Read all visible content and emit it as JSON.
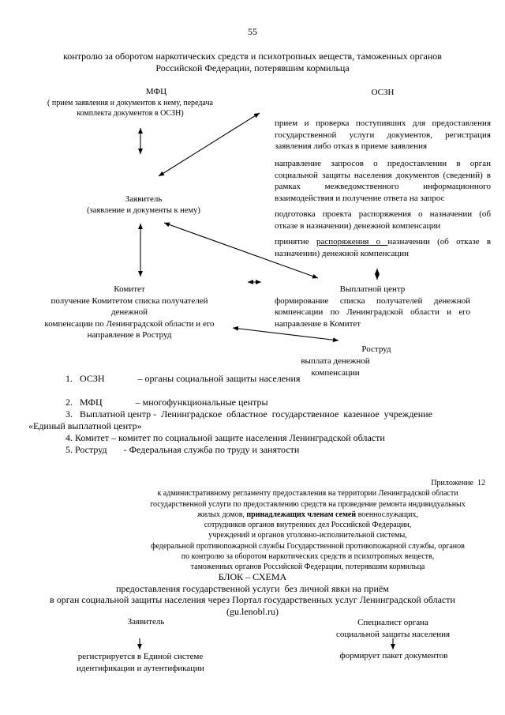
{
  "page_number": "55",
  "header": "контролю за оборотом наркотических средств и психотропных веществ, таможенных органов\nРоссийской Федерации, потерявшим кормильца",
  "flowchart": {
    "mfc_title": "МФЦ",
    "mfc_subtitle": "( прием заявления и документов к нему, передача\nкомплекта документов в ОСЗН)",
    "oszn_title": "ОСЗН",
    "applicant_title": "Заявитель",
    "applicant_subtitle": "(заявление и документы к нему)",
    "steps": [
      "прием и проверка поступивших для предоставления государственной услуги документов, регистрация заявления либо отказ в приеме заявления",
      "направление запросов о предоставлении в орган социальной защиты населения документов (сведений) в рамках межведомственного информационного взаимодействия и получение ответа на запрос",
      "подготовка проекта распоряжения о назначении (об отказе в назначении) денежной компенсации"
    ],
    "step4_prefix": "принятие ",
    "step4_underlined": "распоряжения о ",
    "step4_suffix": "назначении (об отказе в назначении) денежной компенсации",
    "committee_title": "Комитет",
    "committee_text": "получение Комитетом списка получателей денежной\nкомпенсации по Ленинградской области и его\nнаправление в Роструд",
    "paycenter_title": "Выплатной центр",
    "paycenter_text": "формирование списка получателей денежной компенсации по Ленинградской области и его направление в Комитет",
    "rostrud_title": "Роструд",
    "rostrud_text": "выплата денежной компенсации"
  },
  "abbreviations": [
    "1.   ОСЗН              – органы социальной защиты населения",
    "2.   МФЦ              – многофункциональные центры",
    "3.   Выплатной центр -  Ленинградское  областное  государственное  казенное  учреждение\n«Единый выплатной центр»",
    "4. Комитет – комитет по социальной защите населения Ленинградской области",
    "5. Роструд       - Федеральная служба по труду и занятости"
  ],
  "appendix": {
    "title": "Приложение  12",
    "line1": "к административному  регламенту предоставления на территории Ленинградской области",
    "line2": "государственной услуги по  предоставлению средств на  проведение ремонта индивидуальных",
    "line3_prefix": "жилых домов, ",
    "line3_bold": "принадлежащих членам семей",
    "line3_suffix": " военнослужащих,",
    "line4": "сотрудников органов внутренних дел Российской Федерации,",
    "line5": "учреждений и органов уголовно-исполнительной системы,",
    "line6": "федеральной противопожарной службы Государственной противопожарной службы, органов",
    "line7": "по контролю за оборотом наркотических средств и психотропных веществ,",
    "line8": "таможенных органов Российской Федерации, потерявшим кормильца"
  },
  "block_schema": {
    "title": "БЛОК – СХЕМА",
    "subtitle1": "предоставления государственной услуги  без личной явки на приём",
    "subtitle2": "в орган социальной защиты населения через Портал государственных услуг Ленинградской области",
    "portal": "(gu.lenobl.ru)",
    "applicant": "Заявитель",
    "specialist": "Специалист органа\nсоциальной защиты населения",
    "applicant_action": "регистрируется в Единой системе\nидентификации и аутентификации",
    "specialist_action": "формирует пакет документов"
  }
}
